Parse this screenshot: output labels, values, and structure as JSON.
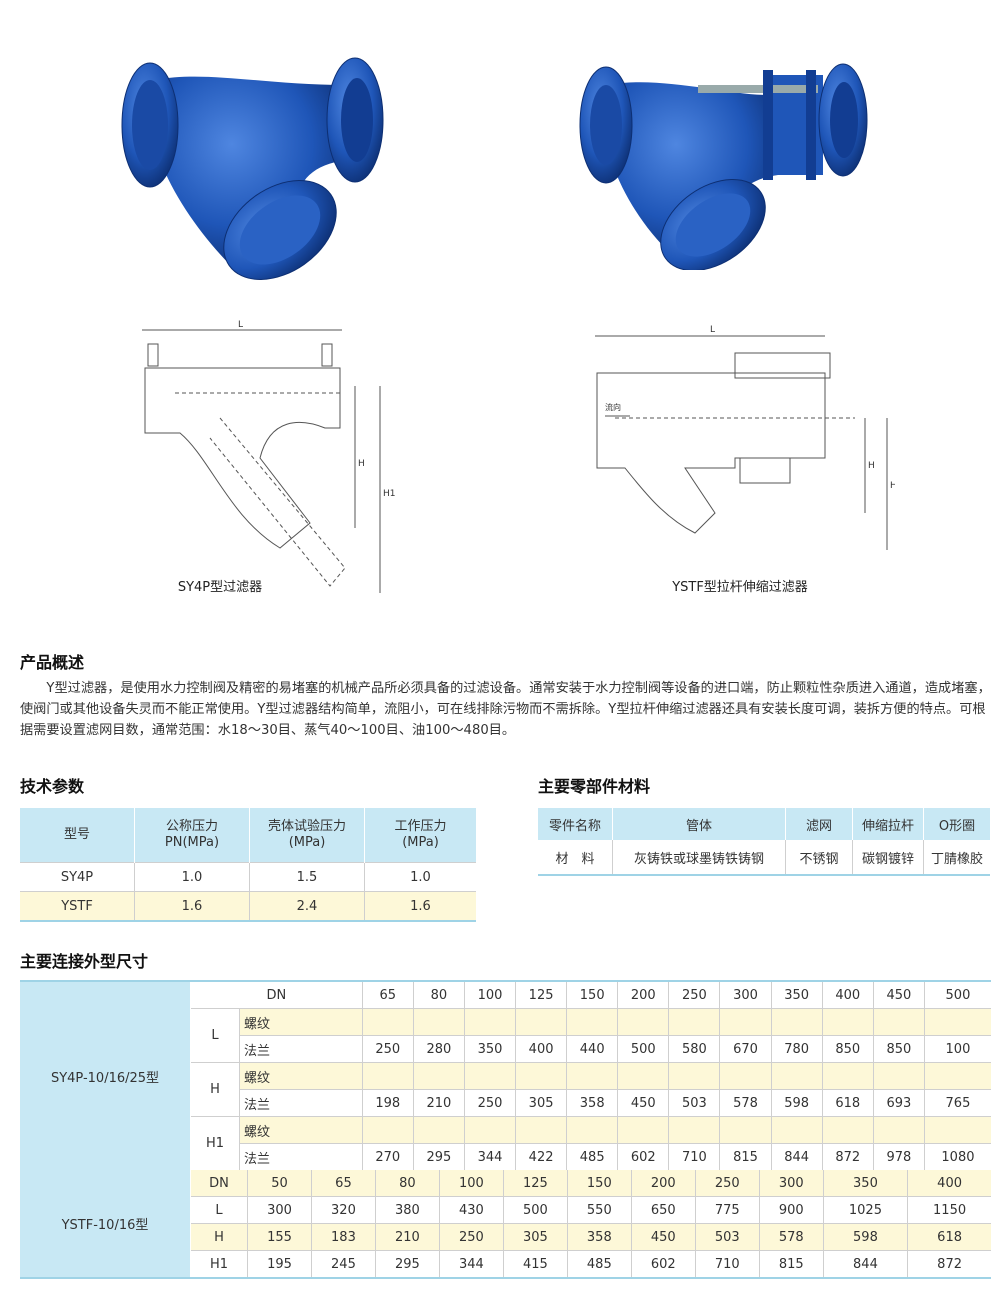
{
  "figures": {
    "left_caption": "SY4P型过滤器",
    "right_caption": "YSTF型拉杆伸缩过滤器",
    "dim_labels": {
      "L": "L",
      "H": "H",
      "H1": "H1",
      "flow": "流向"
    }
  },
  "overview": {
    "heading": "产品概述",
    "text": "Y型过滤器，是使用水力控制阀及精密的易堵塞的机械产品所必须具备的过滤设备。通常安装于水力控制阀等设备的进口端，防止颗粒性杂质进入通道，造成堵塞，使阀门或其他设备失灵而不能正常使用。Y型过滤器结构简单，流阻小，可在线排除污物而不需拆除。Y型拉杆伸缩过滤器还具有安装长度可调，装拆方便的特点。可根据需要设置滤网目数，通常范围：水18～30目、蒸气40～100目、油100～480目。"
  },
  "tech_params": {
    "heading": "技术参数",
    "headers": [
      "型号",
      "公称压力\nPN(MPa)",
      "壳体试验压力\n(MPa)",
      "工作压力\n(MPa)"
    ],
    "rows": [
      [
        "SY4P",
        "1.0",
        "1.5",
        "1.0"
      ],
      [
        "YSTF",
        "1.6",
        "2.4",
        "1.6"
      ]
    ]
  },
  "materials": {
    "heading": "主要零部件材料",
    "headers": [
      "零件名称",
      "管体",
      "滤网",
      "伸缩拉杆",
      "O形圈"
    ],
    "row": [
      "材　料",
      "灰铸铁或球墨铸铁铸钢",
      "不锈钢",
      "碳钢镀锌",
      "丁腈橡胶"
    ]
  },
  "dimensions": {
    "heading": "主要连接外型尺寸",
    "sy4p": {
      "model": "SY4P-10/16/25型",
      "dn_label": "DN",
      "dn": [
        "65",
        "80",
        "100",
        "125",
        "150",
        "200",
        "250",
        "300",
        "350",
        "400",
        "450",
        "500"
      ],
      "groups": [
        {
          "label": "L",
          "screw": "螺纹",
          "flange": "法兰",
          "screw_values": [
            "",
            "",
            "",
            "",
            "",
            "",
            "",
            "",
            "",
            "",
            "",
            ""
          ],
          "flange_values": [
            "250",
            "280",
            "350",
            "400",
            "440",
            "500",
            "580",
            "670",
            "780",
            "850",
            "850",
            "100"
          ]
        },
        {
          "label": "H",
          "screw": "螺纹",
          "flange": "法兰",
          "screw_values": [
            "",
            "",
            "",
            "",
            "",
            "",
            "",
            "",
            "",
            "",
            "",
            ""
          ],
          "flange_values": [
            "198",
            "210",
            "250",
            "305",
            "358",
            "450",
            "503",
            "578",
            "598",
            "618",
            "693",
            "765"
          ]
        },
        {
          "label": "H1",
          "screw": "螺纹",
          "flange": "法兰",
          "screw_values": [
            "",
            "",
            "",
            "",
            "",
            "",
            "",
            "",
            "",
            "",
            "",
            ""
          ],
          "flange_values": [
            "270",
            "295",
            "344",
            "422",
            "485",
            "602",
            "710",
            "815",
            "844",
            "872",
            "978",
            "1080"
          ]
        }
      ]
    },
    "ystf": {
      "model": "YSTF-10/16型",
      "rows": [
        {
          "label": "DN",
          "values": [
            "50",
            "65",
            "80",
            "100",
            "125",
            "150",
            "200",
            "250",
            "300",
            "350",
            "400"
          ]
        },
        {
          "label": "L",
          "values": [
            "300",
            "320",
            "380",
            "430",
            "500",
            "550",
            "650",
            "775",
            "900",
            "1025",
            "1150"
          ]
        },
        {
          "label": "H",
          "values": [
            "155",
            "183",
            "210",
            "250",
            "305",
            "358",
            "450",
            "503",
            "578",
            "598",
            "618"
          ]
        },
        {
          "label": "H1",
          "values": [
            "195",
            "245",
            "295",
            "344",
            "415",
            "485",
            "602",
            "710",
            "815",
            "844",
            "872"
          ]
        }
      ]
    }
  },
  "colors": {
    "accent_blue": "#c8e8f4",
    "row_yellow": "#fdf8d8",
    "valve_blue": "#1f56b8"
  }
}
